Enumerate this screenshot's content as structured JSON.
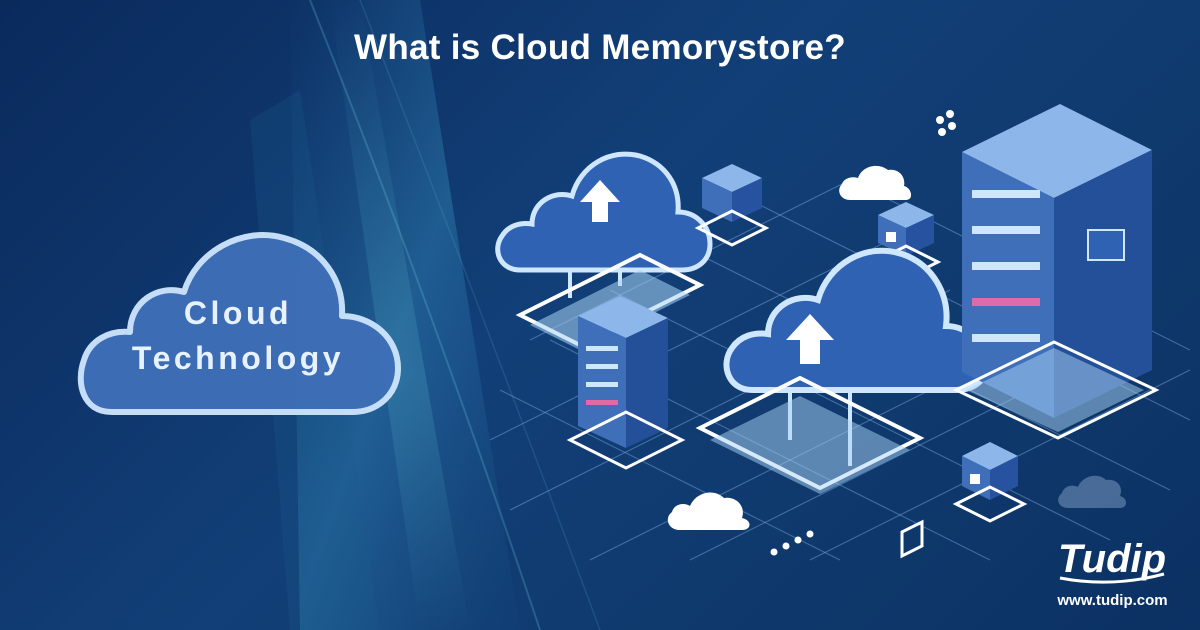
{
  "header": {
    "title": "What is Cloud Memorystore?"
  },
  "badge": {
    "line1": "Cloud",
    "line2": "Technology"
  },
  "brand": {
    "logo_text": "Tudip",
    "url": "www.tudip.com"
  },
  "colors": {
    "background": "#0d3265",
    "accent_light": "#cfe6ff",
    "accent_mid": "#4f86d6",
    "server_body": "#2b5aa8",
    "text": "#ffffff"
  },
  "icons": {
    "upload": "upload-arrow-icon",
    "server": "server-rack-icon",
    "cloud": "cloud-icon",
    "cube": "cube-node-icon"
  }
}
